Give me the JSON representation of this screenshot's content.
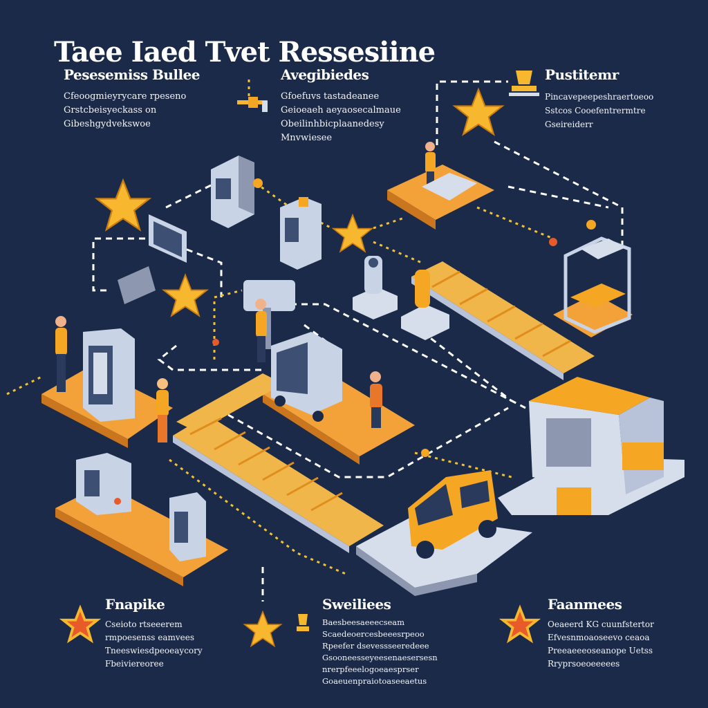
{
  "title": "Taee Iaed Tvet Ressesiine",
  "sections": [
    {
      "heading": "Pesesemiss Bullee",
      "lines": [
        "Cfeoogmieyrycare rpeseno",
        "Grstcbeisyeckass on",
        "Gibeshgydvekswoe"
      ]
    },
    {
      "heading": "Avegibiedes",
      "lines": [
        "Gfoefuvs tastadeanee",
        "Geioeaeh aeyaosecalmaue",
        "Obeilinhbicplaanedesy",
        "Mnvwiesee"
      ]
    },
    {
      "heading": "Pustitemr",
      "lines": [
        "Pincavepeepeshraertoeoo",
        "Sstcos Cooefentrermtre",
        "Gseireiderr"
      ]
    },
    {
      "heading": "Fnapike",
      "lines": [
        "Cseioto rtseeerem",
        "rmpoesenss eamvees",
        "Tneeswiesdpeoeaycory",
        "Fbeiviereoree"
      ]
    },
    {
      "heading": "Sweiliees",
      "lines": [
        "Baesbeesaeeecseam",
        "Scaedeoercesbeeesrpeoo",
        "Rpeefer dsevessseeredeee",
        "Gsooneesseyeesenaesersesn",
        "nrerpfeeelogoeaesprser",
        "Goaeuenpraiotoaseeaetus"
      ]
    },
    {
      "heading": "Faanmees",
      "lines": [
        "Oeaeerd KG cuunfstertor",
        "Efvesnmoaoseevo ceaoa",
        "Preeaeeeoseanope Uetss",
        "Rryprsoeoeeeees"
      ]
    }
  ],
  "colors": {
    "background": "#1b2a48",
    "accent": "#f5a623",
    "star": "#f7b830",
    "star_red": "#e85a2a",
    "machine": "#c9d3e6",
    "platform": "#f3a23a",
    "path": "#ffffff",
    "link": "#f2c230"
  },
  "icons": [
    "star-icon",
    "trophy-icon",
    "drone-icon",
    "worker-figure",
    "server-machine",
    "delivery-van",
    "warehouse-building",
    "conveyor-belt",
    "robot-arm"
  ]
}
